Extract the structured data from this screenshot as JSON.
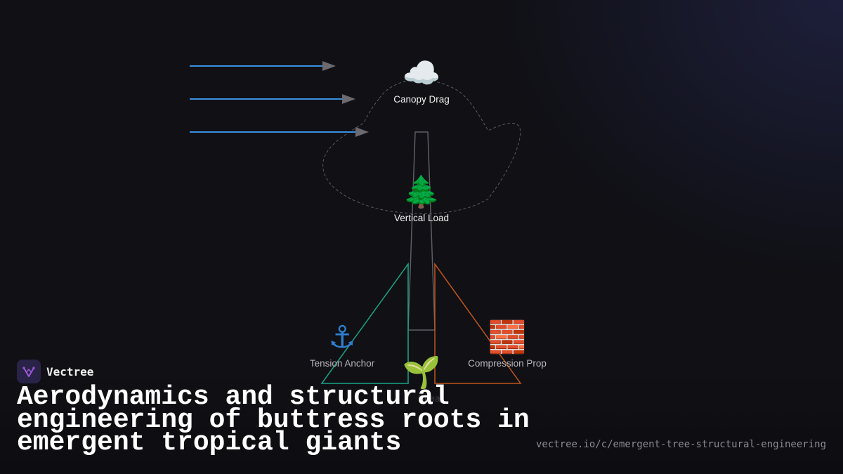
{
  "brand": {
    "name": "Vectree",
    "accent": "#9b59d6"
  },
  "title": "Aerodynamics and structural engineering of buttress roots in emergent tropical giants",
  "url": "vectree.io/c/emergent-tree-structural-engineering",
  "colors": {
    "wind": "#3a8fdf",
    "tension": "#1aa58a",
    "compression": "#c0561a",
    "trunk": "#5d5d66",
    "canopy_outline": "#5b5b62"
  },
  "wind_arrows": [
    {
      "name": "wind-arrow-1"
    },
    {
      "name": "wind-arrow-2"
    },
    {
      "name": "wind-arrow-3"
    }
  ],
  "nodes": {
    "canopy_drag": {
      "emoji": "☁️",
      "label": "Canopy Drag",
      "icon": "cloud-icon"
    },
    "vertical_load": {
      "emoji": "🌲",
      "label": "Vertical Load",
      "icon": "evergreen-tree-icon"
    },
    "tension_anchor": {
      "emoji": "⚓",
      "label": "Tension Anchor",
      "icon": "anchor-icon"
    },
    "compression_prop": {
      "emoji": "🧱",
      "label": "Compression Prop",
      "icon": "brick-icon"
    },
    "shear": {
      "emoji": "🌱",
      "label": "Shear",
      "icon": "seedling-icon"
    }
  }
}
